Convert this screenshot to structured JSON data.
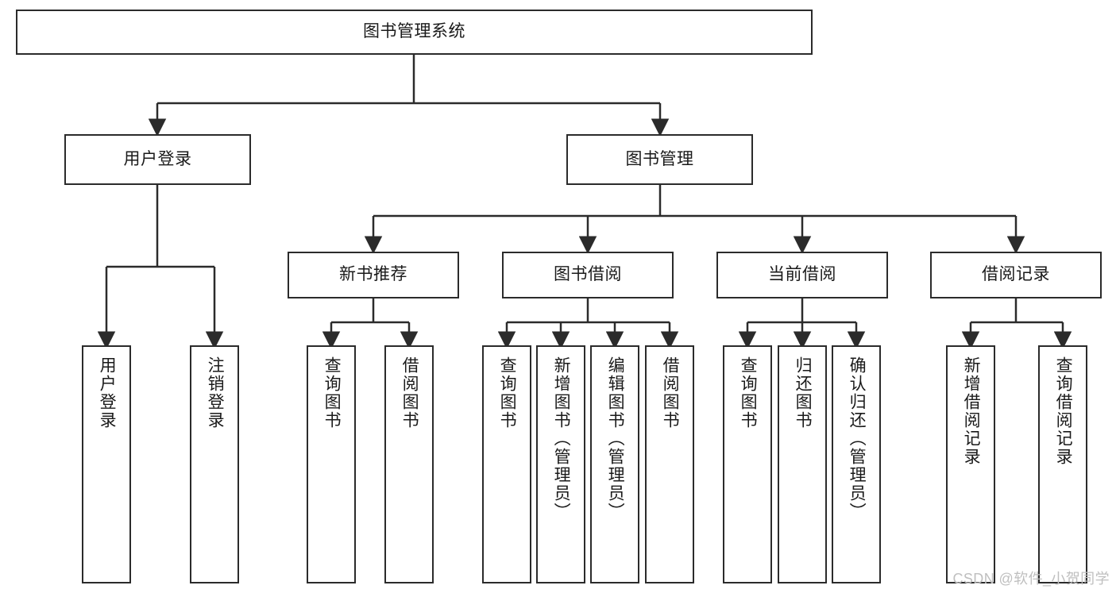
{
  "diagram": {
    "type": "tree",
    "title": "图书管理系统",
    "watermark": "CSDN @软件_小贺同学",
    "colors": {
      "box_stroke": "#2b2b2b",
      "box_fill": "#ffffff",
      "edge": "#2b2b2b",
      "text": "#1a1a1a",
      "watermark": "#bfbfbf",
      "background": "#ffffff"
    },
    "nodes": {
      "root": {
        "label": "图书管理系统",
        "level": 0,
        "orientation": "horizontal"
      },
      "user_login": {
        "label": "用户登录",
        "level": 1,
        "orientation": "horizontal"
      },
      "book_manage": {
        "label": "图书管理",
        "level": 1,
        "orientation": "horizontal"
      },
      "new_book_rec": {
        "label": "新书推荐",
        "level": 2,
        "orientation": "horizontal"
      },
      "book_borrow": {
        "label": "图书借阅",
        "level": 2,
        "orientation": "horizontal"
      },
      "current_borrow": {
        "label": "当前借阅",
        "level": 2,
        "orientation": "horizontal"
      },
      "borrow_record": {
        "label": "借阅记录",
        "level": 2,
        "orientation": "horizontal"
      },
      "leaf_user_login": {
        "label": "用户登录",
        "level": 3,
        "orientation": "vertical"
      },
      "leaf_user_logout": {
        "label": "注销登录",
        "level": 3,
        "orientation": "vertical"
      },
      "leaf_rec_query": {
        "label": "查询图书",
        "level": 3,
        "orientation": "vertical"
      },
      "leaf_rec_borrow": {
        "label": "借阅图书",
        "level": 3,
        "orientation": "vertical"
      },
      "leaf_borrow_query": {
        "label": "查询图书",
        "level": 3,
        "orientation": "vertical"
      },
      "leaf_borrow_add": {
        "label": "新增图书（管理员）",
        "level": 3,
        "orientation": "vertical"
      },
      "leaf_borrow_edit": {
        "label": "编辑图书（管理员）",
        "level": 3,
        "orientation": "vertical"
      },
      "leaf_borrow_lend": {
        "label": "借阅图书",
        "level": 3,
        "orientation": "vertical"
      },
      "leaf_cur_query": {
        "label": "查询图书",
        "level": 3,
        "orientation": "vertical"
      },
      "leaf_cur_return": {
        "label": "归还图书",
        "level": 3,
        "orientation": "vertical"
      },
      "leaf_cur_confirm": {
        "label": "确认归还（管理员）",
        "level": 3,
        "orientation": "vertical"
      },
      "leaf_rec_add": {
        "label": "新增借阅记录",
        "level": 3,
        "orientation": "vertical"
      },
      "leaf_rec_search": {
        "label": "查询借阅记录",
        "level": 3,
        "orientation": "vertical"
      }
    },
    "edges": [
      {
        "from": "root",
        "to": "user_login"
      },
      {
        "from": "root",
        "to": "book_manage"
      },
      {
        "from": "user_login",
        "to": "leaf_user_login"
      },
      {
        "from": "user_login",
        "to": "leaf_user_logout"
      },
      {
        "from": "book_manage",
        "to": "new_book_rec"
      },
      {
        "from": "book_manage",
        "to": "book_borrow"
      },
      {
        "from": "book_manage",
        "to": "current_borrow"
      },
      {
        "from": "book_manage",
        "to": "borrow_record"
      },
      {
        "from": "new_book_rec",
        "to": "leaf_rec_query"
      },
      {
        "from": "new_book_rec",
        "to": "leaf_rec_borrow"
      },
      {
        "from": "book_borrow",
        "to": "leaf_borrow_query"
      },
      {
        "from": "book_borrow",
        "to": "leaf_borrow_add"
      },
      {
        "from": "book_borrow",
        "to": "leaf_borrow_edit"
      },
      {
        "from": "book_borrow",
        "to": "leaf_borrow_lend"
      },
      {
        "from": "current_borrow",
        "to": "leaf_cur_query"
      },
      {
        "from": "current_borrow",
        "to": "leaf_cur_return"
      },
      {
        "from": "current_borrow",
        "to": "leaf_cur_confirm"
      },
      {
        "from": "borrow_record",
        "to": "leaf_rec_add"
      },
      {
        "from": "borrow_record",
        "to": "leaf_rec_search"
      }
    ]
  }
}
